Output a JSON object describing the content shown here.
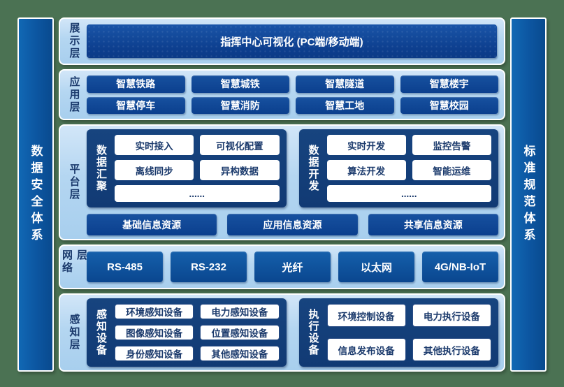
{
  "colors": {
    "frame_green": "#4b7253",
    "panel_light_blue": "#b4d6f1",
    "deep_blue": "#0b3f8e",
    "group_navy": "#133e7c",
    "sidebar_blue": "#0c55a0",
    "text_navy": "#1b3a6c"
  },
  "sidebar_left": {
    "label": "数据安全体系"
  },
  "sidebar_right": {
    "label": "标准规范体系"
  },
  "presentation_layer": {
    "label": "展示层",
    "banner": "指挥中心可视化 (PC端/移动端)"
  },
  "application_layer": {
    "label": "应用层",
    "items": [
      "智慧铁路",
      "智慧城铁",
      "智慧隧道",
      "智慧楼宇",
      "智慧停车",
      "智慧消防",
      "智慧工地",
      "智慧校园"
    ]
  },
  "platform_layer": {
    "label": "平台层",
    "data_aggregation": {
      "label": "数据汇聚",
      "items": [
        "实时接入",
        "可视化配置",
        "离线同步",
        "异构数据",
        "......"
      ]
    },
    "data_development": {
      "label": "数据开发",
      "items": [
        "实时开发",
        "监控告警",
        "算法开发",
        "智能运维",
        "......"
      ]
    },
    "resources": [
      "基础信息资源",
      "应用信息资源",
      "共享信息资源"
    ]
  },
  "network_layer": {
    "label": "网络层",
    "items": [
      "RS-485",
      "RS-232",
      "光纤",
      "以太网",
      "4G/NB-IoT"
    ]
  },
  "perception_layer": {
    "label": "感知层",
    "sensing": {
      "label": "感知设备",
      "items": [
        "环境感知设备",
        "电力感知设备",
        "图像感知设备",
        "位置感知设备",
        "身份感知设备",
        "其他感知设备"
      ]
    },
    "execution": {
      "label": "执行设备",
      "items": [
        "环境控制设备",
        "电力执行设备",
        "信息发布设备",
        "其他执行设备"
      ]
    }
  }
}
